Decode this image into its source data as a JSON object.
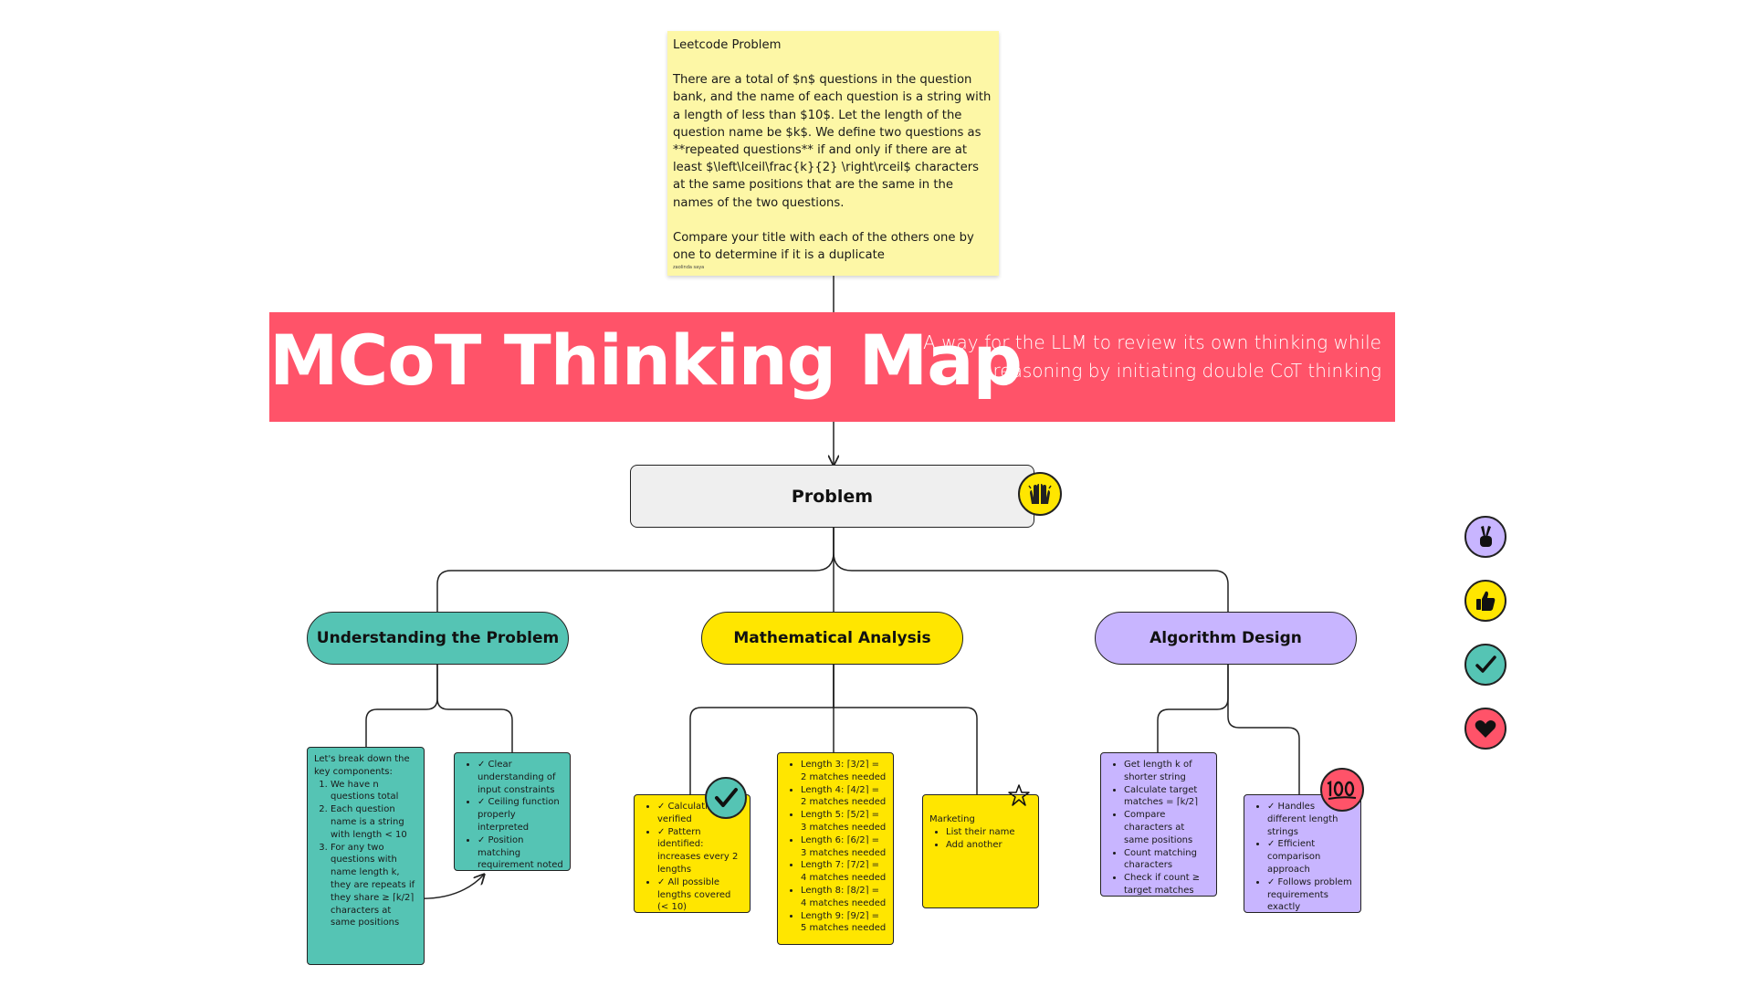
{
  "sticky_note": {
    "title": "Leetcode Problem",
    "paragraph1": "There are a total of $n$ questions in the question bank, and the name of each question is a string with a length of less than $10$. Let the length of the question name be $k$. We define two questions as **repeated questions** if and only if there are at least $\\left\\lceil\\frac{k}{2} \\right\\rceil$ characters at the same positions that are the same in the names of the two questions.",
    "paragraph2": "Compare your title with each of the others one by one to determine if it is a duplicate",
    "author": "zaolinda saya"
  },
  "banner": {
    "title": "MCoT Thinking Map",
    "subtitle": "A way for the LLM to review its own thinking while reasoning by initiating double CoT thinking",
    "color": "#ff5369"
  },
  "nodes": {
    "problem": "Problem",
    "understanding": "Understanding the Problem",
    "math": "Mathematical Analysis",
    "algorithm": "Algorithm Design"
  },
  "cards": {
    "breakdown": {
      "intro": "Let's break down the key components:",
      "items": [
        "We have n questions total",
        "Each question name is a string with length < 10",
        "For any two questions with name length k, they are repeats if they share ≥ ⌈k/2⌉ characters at same positions"
      ]
    },
    "understanding_checks": [
      "✓ Clear understanding of input constraints",
      "✓ Ceiling function properly interpreted",
      "✓ Position matching requirement noted"
    ],
    "math_checks": [
      "✓ Calculations verified",
      "✓ Pattern identified: increases every 2 lengths",
      "✓ All possible lengths covered (< 10)"
    ],
    "length_matches": [
      "Length 3: ⌈3/2⌉ = 2 matches needed",
      "Length 4: ⌈4/2⌉ = 2 matches needed",
      "Length 5: ⌈5/2⌉ = 3 matches needed",
      "Length 6: ⌈6/2⌉ = 3 matches needed",
      "Length 7: ⌈7/2⌉ = 4 matches needed",
      "Length 8: ⌈8/2⌉ = 4 matches needed",
      "Length 9: ⌈9/2⌉ = 5 matches needed"
    ],
    "marketing": {
      "title": "Marketing",
      "items": [
        "List their name",
        "Add another"
      ]
    },
    "algorithm_steps": [
      "Get length k of shorter string",
      "Calculate target matches = ⌈k/2⌉",
      "Compare characters at same positions",
      "Count matching characters",
      "Check if count ≥ target matches"
    ],
    "algorithm_checks": [
      "✓ Handles different length strings",
      "✓ Efficient comparison approach",
      "✓ Follows problem requirements exactly"
    ]
  },
  "reactions": {
    "problem_badge": "raised-hands-icon",
    "math_badge": "checkmark-icon",
    "algorithm_badge": "hundred-points-icon",
    "marketing_sticker": "star-outline-icon",
    "side_toolbar": [
      "victory-hand-icon",
      "thumbs-up-icon",
      "checkmark-icon",
      "heart-icon"
    ]
  },
  "colors": {
    "teal": "#55c4b4",
    "yellow": "#ffe600",
    "purple": "#c8b5ff",
    "pink": "#ff5369",
    "sticky": "#fdf7a6"
  }
}
